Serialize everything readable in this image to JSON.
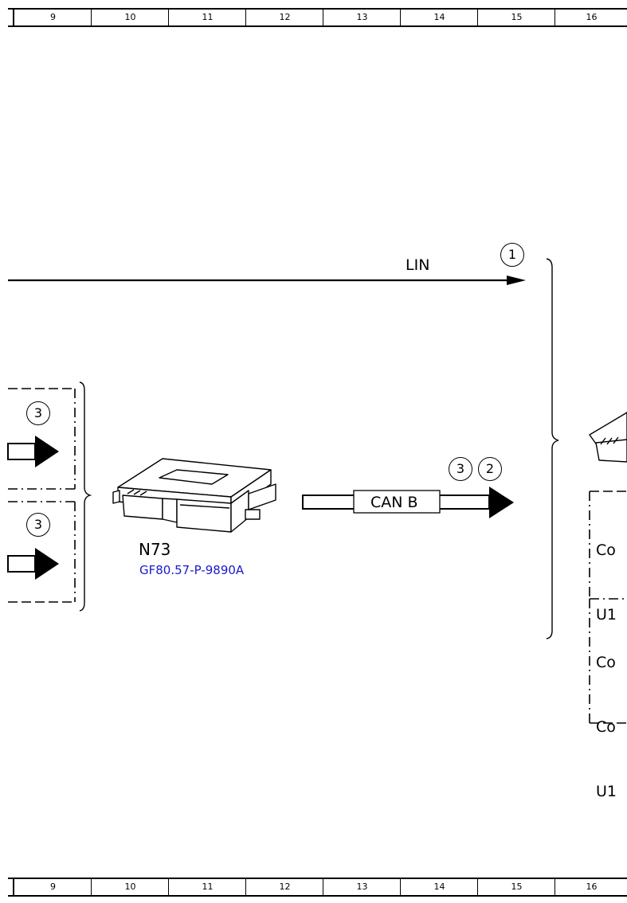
{
  "ruler": {
    "columns": [
      "9",
      "10",
      "11",
      "12",
      "13",
      "14",
      "15",
      "16"
    ]
  },
  "signals": {
    "lin": {
      "label": "LIN",
      "ref": "1"
    },
    "canb": {
      "label": "CAN B",
      "refs": [
        "3",
        "2"
      ]
    }
  },
  "left_group": {
    "upper_ref": "3",
    "lower_ref": "3"
  },
  "component": {
    "code": "N73",
    "doc_link": "GF80.57-P-9890A"
  },
  "right_boxes": {
    "upper_lines": [
      "Co",
      "U1"
    ],
    "lower_lines": [
      "Co",
      "Co",
      "U1"
    ]
  },
  "colors": {
    "line": "#000000",
    "link": "#1a1acc"
  },
  "icons": {
    "module": "control-unit-icon",
    "arrow": "arrow-icon"
  }
}
